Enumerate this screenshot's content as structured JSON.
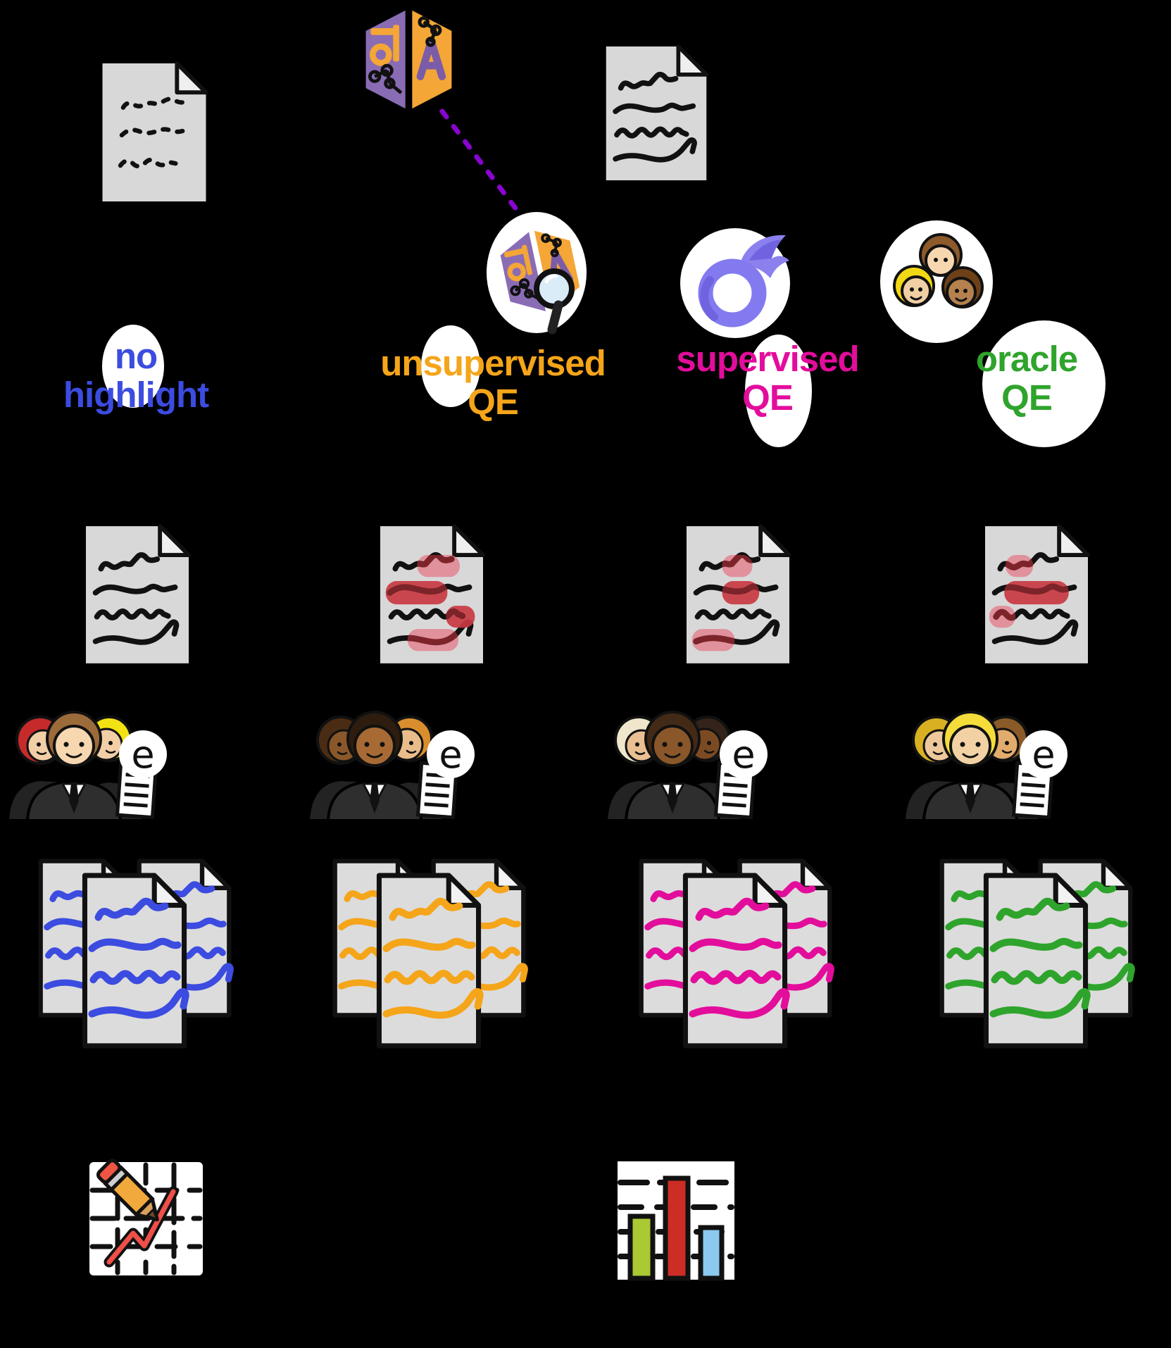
{
  "figure": {
    "background_color": "#000000",
    "top_row": {
      "source_document_icon": "dashed-text-document",
      "translation_model_icon": "split-book-translation-model",
      "translated_document_icon": "text-document",
      "connector_style": "dashed-purple-line",
      "connector_color": "#8804cf"
    },
    "methods": [
      {
        "id": "no-highlight",
        "label_lines": [
          "no",
          "highlight"
        ],
        "color": "#3c4ce0",
        "icon": null
      },
      {
        "id": "unsupervised-qe",
        "label_lines": [
          "unsupervised",
          "QE"
        ],
        "color": "#f5a519",
        "icon": "translation-model-with-magnifier"
      },
      {
        "id": "supervised-qe",
        "label_lines": [
          "supervised",
          "QE"
        ],
        "color": "#e30d9c",
        "icon": "comet"
      },
      {
        "id": "oracle-qe",
        "label_lines": [
          "oracle",
          "QE"
        ],
        "color": "#2fa42c",
        "icon": "human-annotators"
      }
    ],
    "highlight_colors": {
      "light": "#e2808d",
      "strong": "#c93a42",
      "ink": "#7c2429"
    },
    "post_editing": {
      "annotator_icon": "translators-group",
      "letter": "e",
      "groups": 4
    },
    "edited_documents": {
      "stacks": 4,
      "documents_per_stack": 3
    },
    "analysis_icons": {
      "left": "pencil-on-grid",
      "middle": "bar-chart"
    },
    "bar_chart_icon_colors": [
      "#aac932",
      "#cc2d24",
      "#8cc9ef"
    ]
  }
}
